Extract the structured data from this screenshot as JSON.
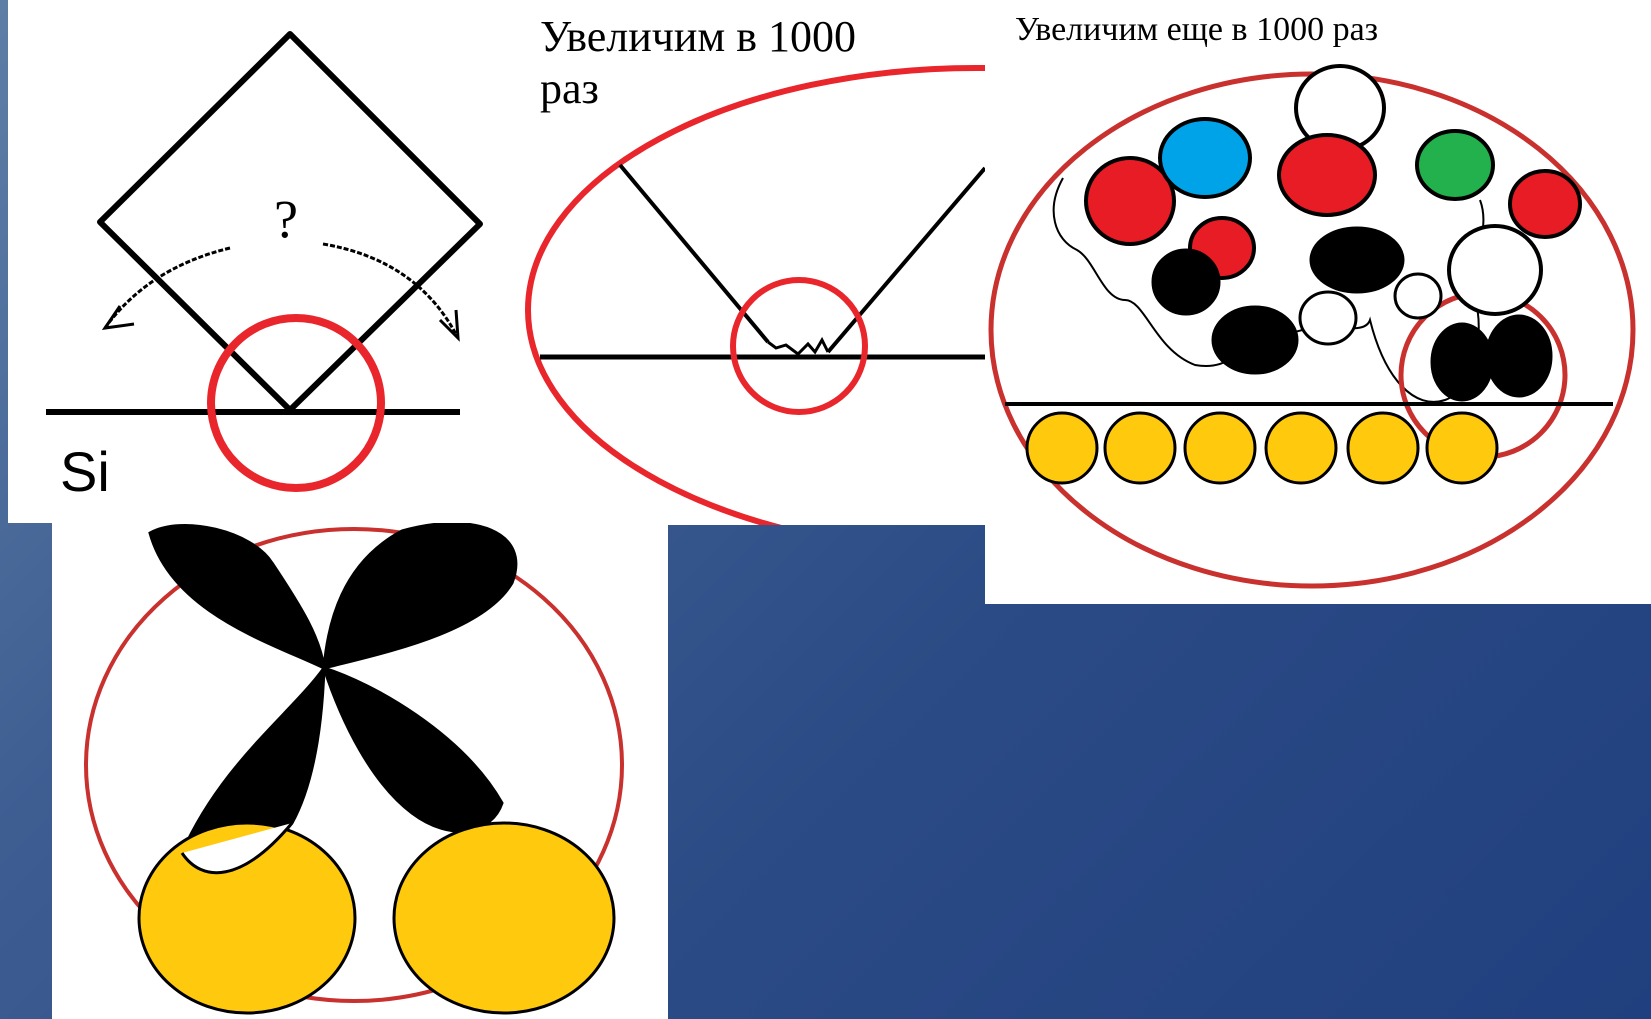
{
  "panel1": {
    "question_mark": "?",
    "substrate_label": "Si"
  },
  "panel2": {
    "caption_line1": "Увеличим в 1000",
    "caption_line2": "раз"
  },
  "panel3": {
    "caption": "Увеличим еще в 1000 раз"
  },
  "colors": {
    "background": "#203f7e",
    "zoom_circle": "#e8262b",
    "zoom_ellipse": "#c8312e",
    "atom_red": "#e81c25",
    "atom_blue": "#00a2e8",
    "atom_green": "#22b14c",
    "atom_black": "#000000",
    "atom_white": "#ffffff",
    "silicon_atom": "#ffc90e"
  }
}
